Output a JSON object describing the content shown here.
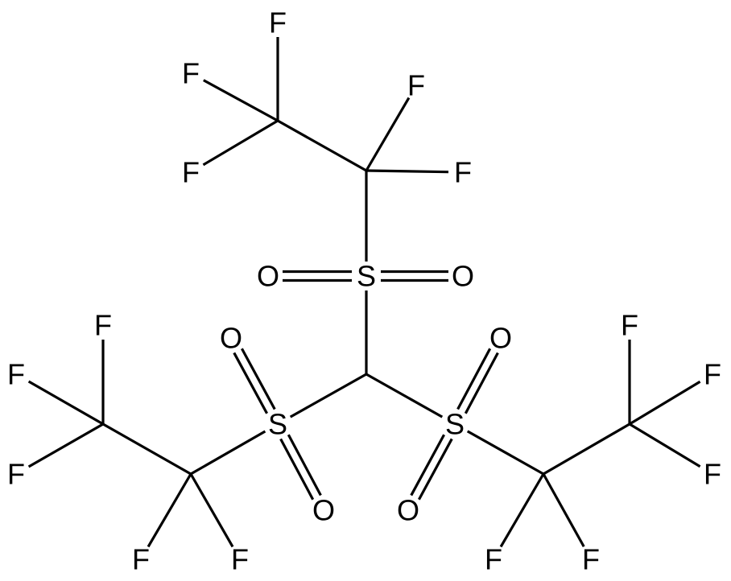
{
  "molecule": {
    "atoms": {
      "C_center": "",
      "S_top": "S",
      "S_left": "S",
      "S_right": "S",
      "O_top_left": "O",
      "O_top_right": "O",
      "O_left_up": "O",
      "O_left_down": "O",
      "O_right_up": "O",
      "O_right_down": "O",
      "C_top_CF2": "",
      "C_top_CF3": "",
      "F_top_CF3_a": "F",
      "F_top_CF3_b": "F",
      "F_top_CF3_c": "F",
      "F_top_CF2_a": "F",
      "F_top_CF2_b": "F",
      "C_left_CF2": "",
      "C_left_CF3": "",
      "F_left_CF3_a": "F",
      "F_left_CF3_b": "F",
      "F_left_CF3_c": "F",
      "F_left_CF2_a": "F",
      "F_left_CF2_b": "F",
      "C_right_CF2": "",
      "C_right_CF3": "",
      "F_right_CF3_a": "F",
      "F_right_CF3_b": "F",
      "F_right_CF3_c": "F",
      "F_right_CF2_a": "F",
      "F_right_CF2_b": "F"
    },
    "bonds": [
      {
        "a": "C_center",
        "b": "S_top",
        "order": 1
      },
      {
        "a": "C_center",
        "b": "S_left",
        "order": 1
      },
      {
        "a": "C_center",
        "b": "S_right",
        "order": 1
      },
      {
        "a": "S_top",
        "b": "O_top_left",
        "order": 2
      },
      {
        "a": "S_top",
        "b": "O_top_right",
        "order": 2
      },
      {
        "a": "S_top",
        "b": "C_top_CF2",
        "order": 1
      },
      {
        "a": "C_top_CF2",
        "b": "C_top_CF3",
        "order": 1
      },
      {
        "a": "C_top_CF3",
        "b": "F_top_CF3_a",
        "order": 1
      },
      {
        "a": "C_top_CF3",
        "b": "F_top_CF3_b",
        "order": 1
      },
      {
        "a": "C_top_CF3",
        "b": "F_top_CF3_c",
        "order": 1
      },
      {
        "a": "C_top_CF2",
        "b": "F_top_CF2_a",
        "order": 1
      },
      {
        "a": "C_top_CF2",
        "b": "F_top_CF2_b",
        "order": 1
      },
      {
        "a": "S_left",
        "b": "O_left_up",
        "order": 2
      },
      {
        "a": "S_left",
        "b": "O_left_down",
        "order": 2
      },
      {
        "a": "S_left",
        "b": "C_left_CF2",
        "order": 1
      },
      {
        "a": "C_left_CF2",
        "b": "C_left_CF3",
        "order": 1
      },
      {
        "a": "C_left_CF3",
        "b": "F_left_CF3_a",
        "order": 1
      },
      {
        "a": "C_left_CF3",
        "b": "F_left_CF3_b",
        "order": 1
      },
      {
        "a": "C_left_CF3",
        "b": "F_left_CF3_c",
        "order": 1
      },
      {
        "a": "C_left_CF2",
        "b": "F_left_CF2_a",
        "order": 1
      },
      {
        "a": "C_left_CF2",
        "b": "F_left_CF2_b",
        "order": 1
      },
      {
        "a": "S_right",
        "b": "O_right_up",
        "order": 2
      },
      {
        "a": "S_right",
        "b": "O_right_down",
        "order": 2
      },
      {
        "a": "S_right",
        "b": "C_right_CF2",
        "order": 1
      },
      {
        "a": "C_right_CF2",
        "b": "C_right_CF3",
        "order": 1
      },
      {
        "a": "C_right_CF3",
        "b": "F_right_CF3_a",
        "order": 1
      },
      {
        "a": "C_right_CF3",
        "b": "F_right_CF3_b",
        "order": 1
      },
      {
        "a": "C_right_CF3",
        "b": "F_right_CF3_c",
        "order": 1
      },
      {
        "a": "C_right_CF2",
        "b": "F_right_CF2_a",
        "order": 1
      },
      {
        "a": "C_right_CF2",
        "b": "F_right_CF2_b",
        "order": 1
      }
    ]
  }
}
